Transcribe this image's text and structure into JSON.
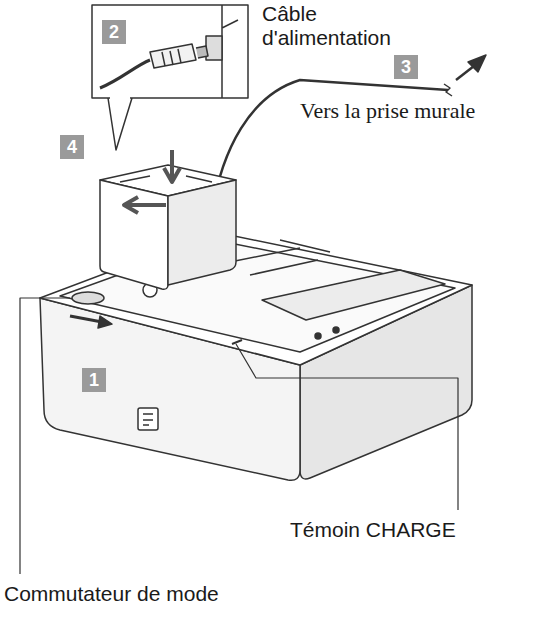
{
  "diagram": {
    "labels": [
      "Câble d'alimentation",
      "2",
      "3",
      "4",
      "Vers la prise murale",
      "1",
      "Témoin CHARGE",
      "Commutateur de mode"
    ]
  }
}
